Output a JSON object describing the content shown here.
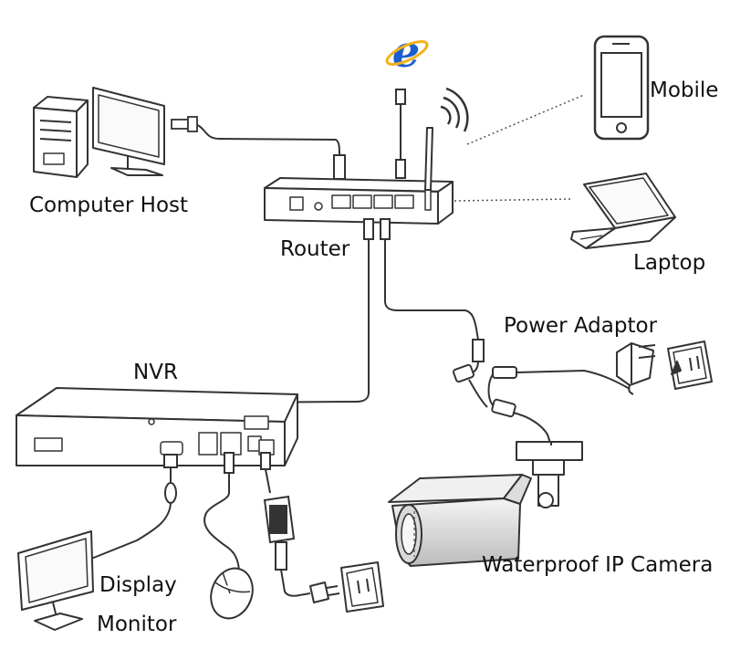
{
  "labels": {
    "computer_host": "Computer Host",
    "router": "Router",
    "mobile": "Mobile",
    "laptop": "Laptop",
    "power_adaptor": "Power Adaptor",
    "nvr": "NVR",
    "display": "Display",
    "monitor": "Monitor",
    "camera": "Waterproof IP Camera"
  },
  "icons": {
    "browser": "ie-browser-icon",
    "wifi": "wifi-signal-icon"
  },
  "colors": {
    "line": "#333333",
    "ie_blue": "#1a5fd0",
    "ie_ring": "#f2b21c"
  }
}
